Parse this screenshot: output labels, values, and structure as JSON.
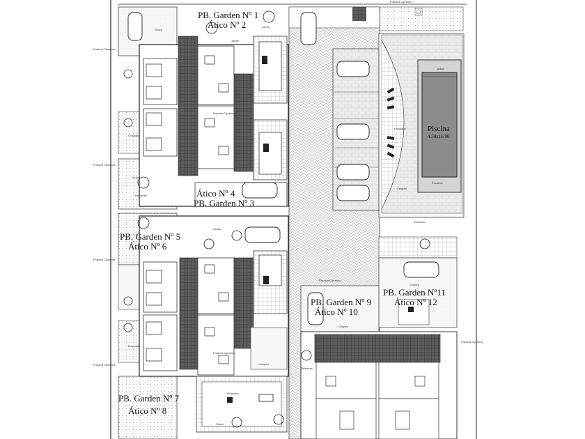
{
  "units": [
    {
      "l1": "PB. Garden Nº 1",
      "l2": "Ático Nº 2"
    },
    {
      "l1": "Ático Nº 4",
      "l2": "PB. Garden Nº 3"
    },
    {
      "l1": "PB. Garden Nº 5",
      "l2": "Ático Nº 6"
    },
    {
      "l1": "PB. Garden Nº 7",
      "l2": "Ático Nº 8"
    },
    {
      "l1": "PB. Garden Nº 9",
      "l2": "Ático Nº 10"
    },
    {
      "l1": "PB. Garden Nº11",
      "l2": "Ático Nº 12"
    }
  ],
  "pool": {
    "title": "Piscina",
    "size": "4.50x16.00",
    "playa": "playa",
    "escalera": "Escalera"
  },
  "labels": {
    "pradera": "Pradera Ciprenes",
    "enlosado": "Enlosado",
    "grava": "Grava",
    "cesped": "Cesped",
    "jardin": "Jardín",
    "palmeras": "Palmeras"
  }
}
